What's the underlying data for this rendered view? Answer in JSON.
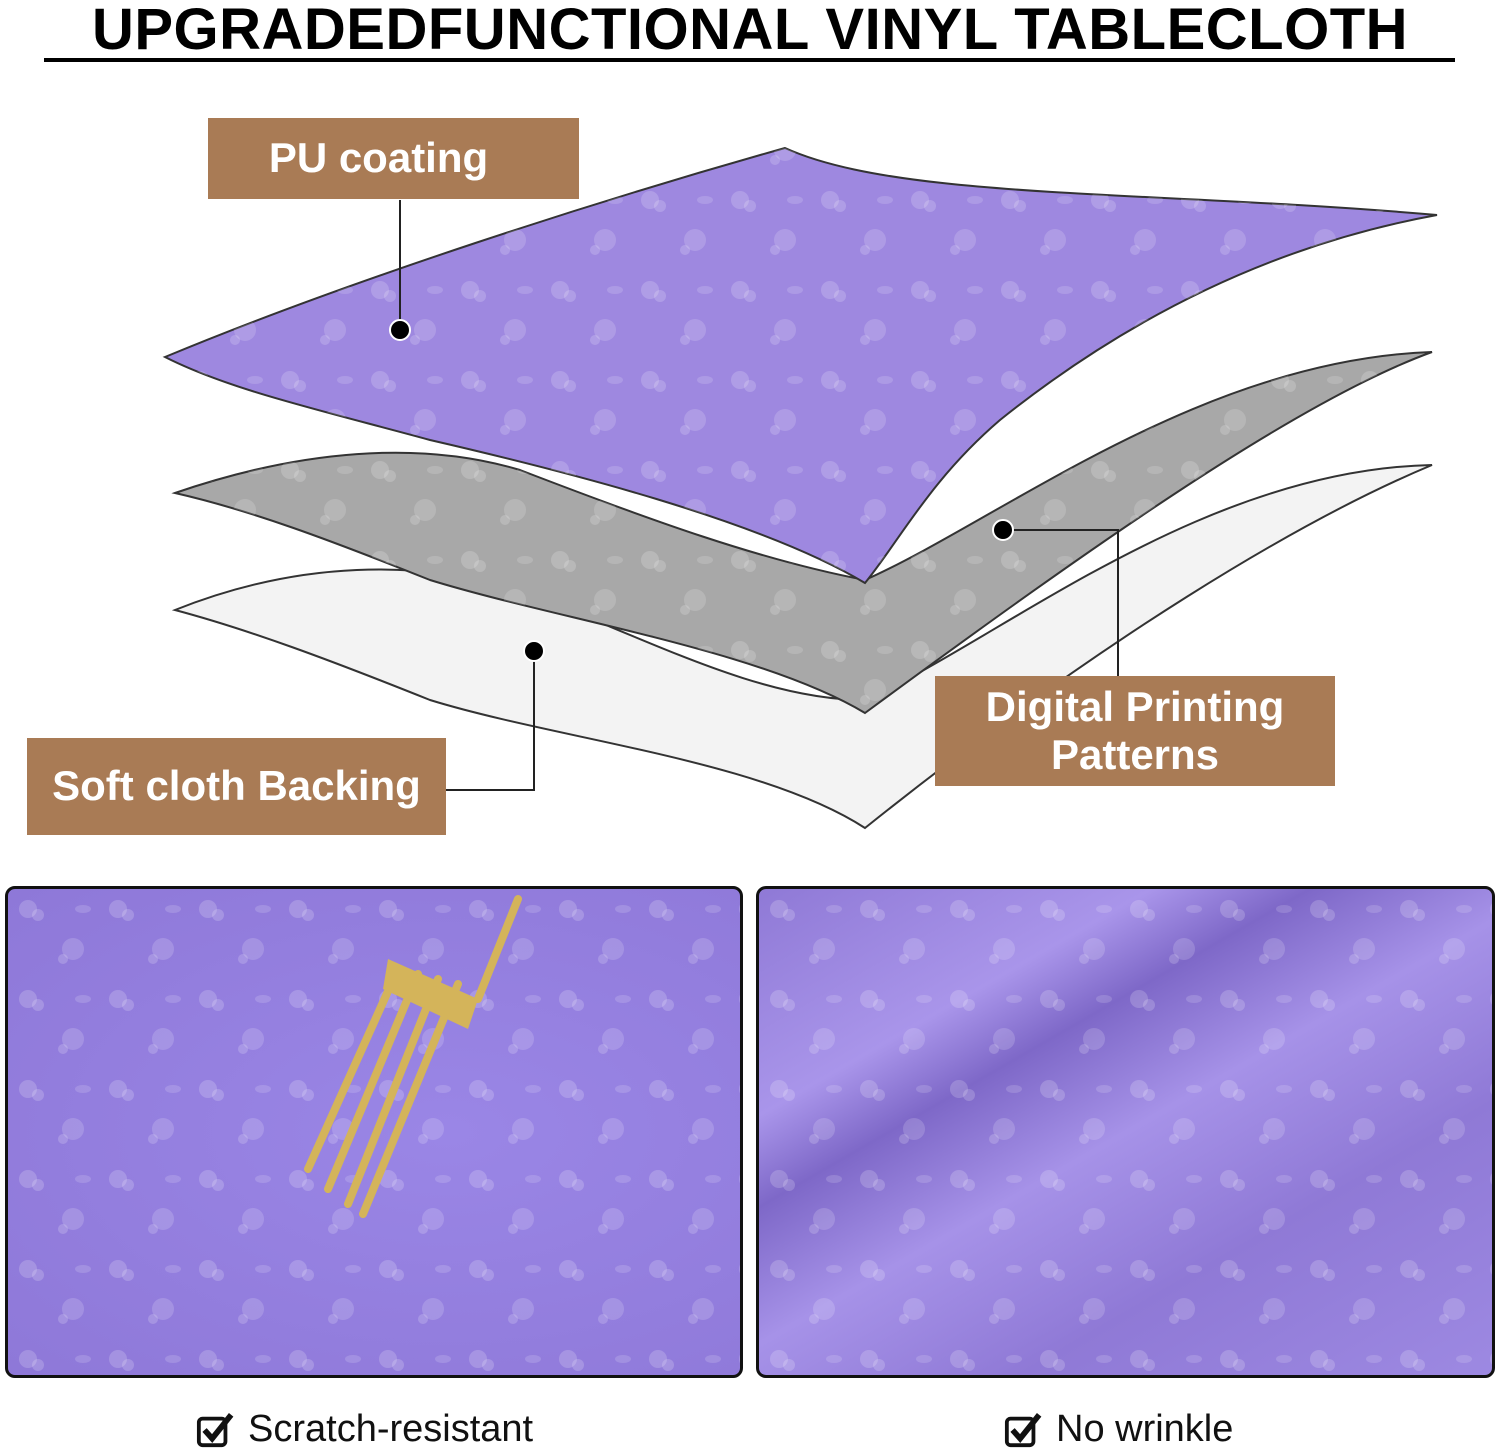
{
  "title": "UPGRADEDFUNCTIONAL VINYL TABLECLOTH",
  "layers": {
    "top": "PU coating",
    "middle": "Digital Printing Patterns",
    "bottom": "Soft cloth Backing"
  },
  "features": [
    {
      "label": "Scratch-resistant",
      "icon": "checkbox-checked-icon"
    },
    {
      "label": "No wrinkle",
      "icon": "checkbox-checked-icon"
    }
  ],
  "colors": {
    "label_bg": "#A97B55",
    "purple": "#9E88E0",
    "gray": "#A8A8A8",
    "backing": "#F3F3F3"
  }
}
